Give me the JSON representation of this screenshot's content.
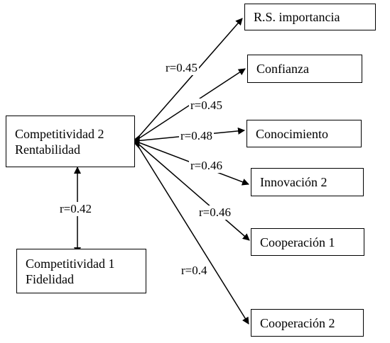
{
  "nodes": {
    "competitividad_2": {
      "line1": "Competitividad 2",
      "line2": "Rentabilidad"
    },
    "competitividad_1": {
      "line1": "Competitividad 1",
      "line2": "Fidelidad"
    },
    "rs_importancia": "R.S. importancia",
    "confianza": "Confianza",
    "conocimiento": "Conocimiento",
    "innovacion_2": "Innovación 2",
    "cooperacion_1": "Cooperación 1",
    "cooperacion_2": "Cooperación 2"
  },
  "correlations": {
    "rs_importancia": "r=0.45",
    "confianza": "r=0.45",
    "conocimiento": "r=0.48",
    "innovacion_2": "r=0.46",
    "cooperacion_1": "r=0.46",
    "cooperacion_2": "r=0.4",
    "fidelidad": "r=0.42"
  },
  "colors": {
    "line": "#000000",
    "box_border": "#000000",
    "background": "#ffffff"
  }
}
